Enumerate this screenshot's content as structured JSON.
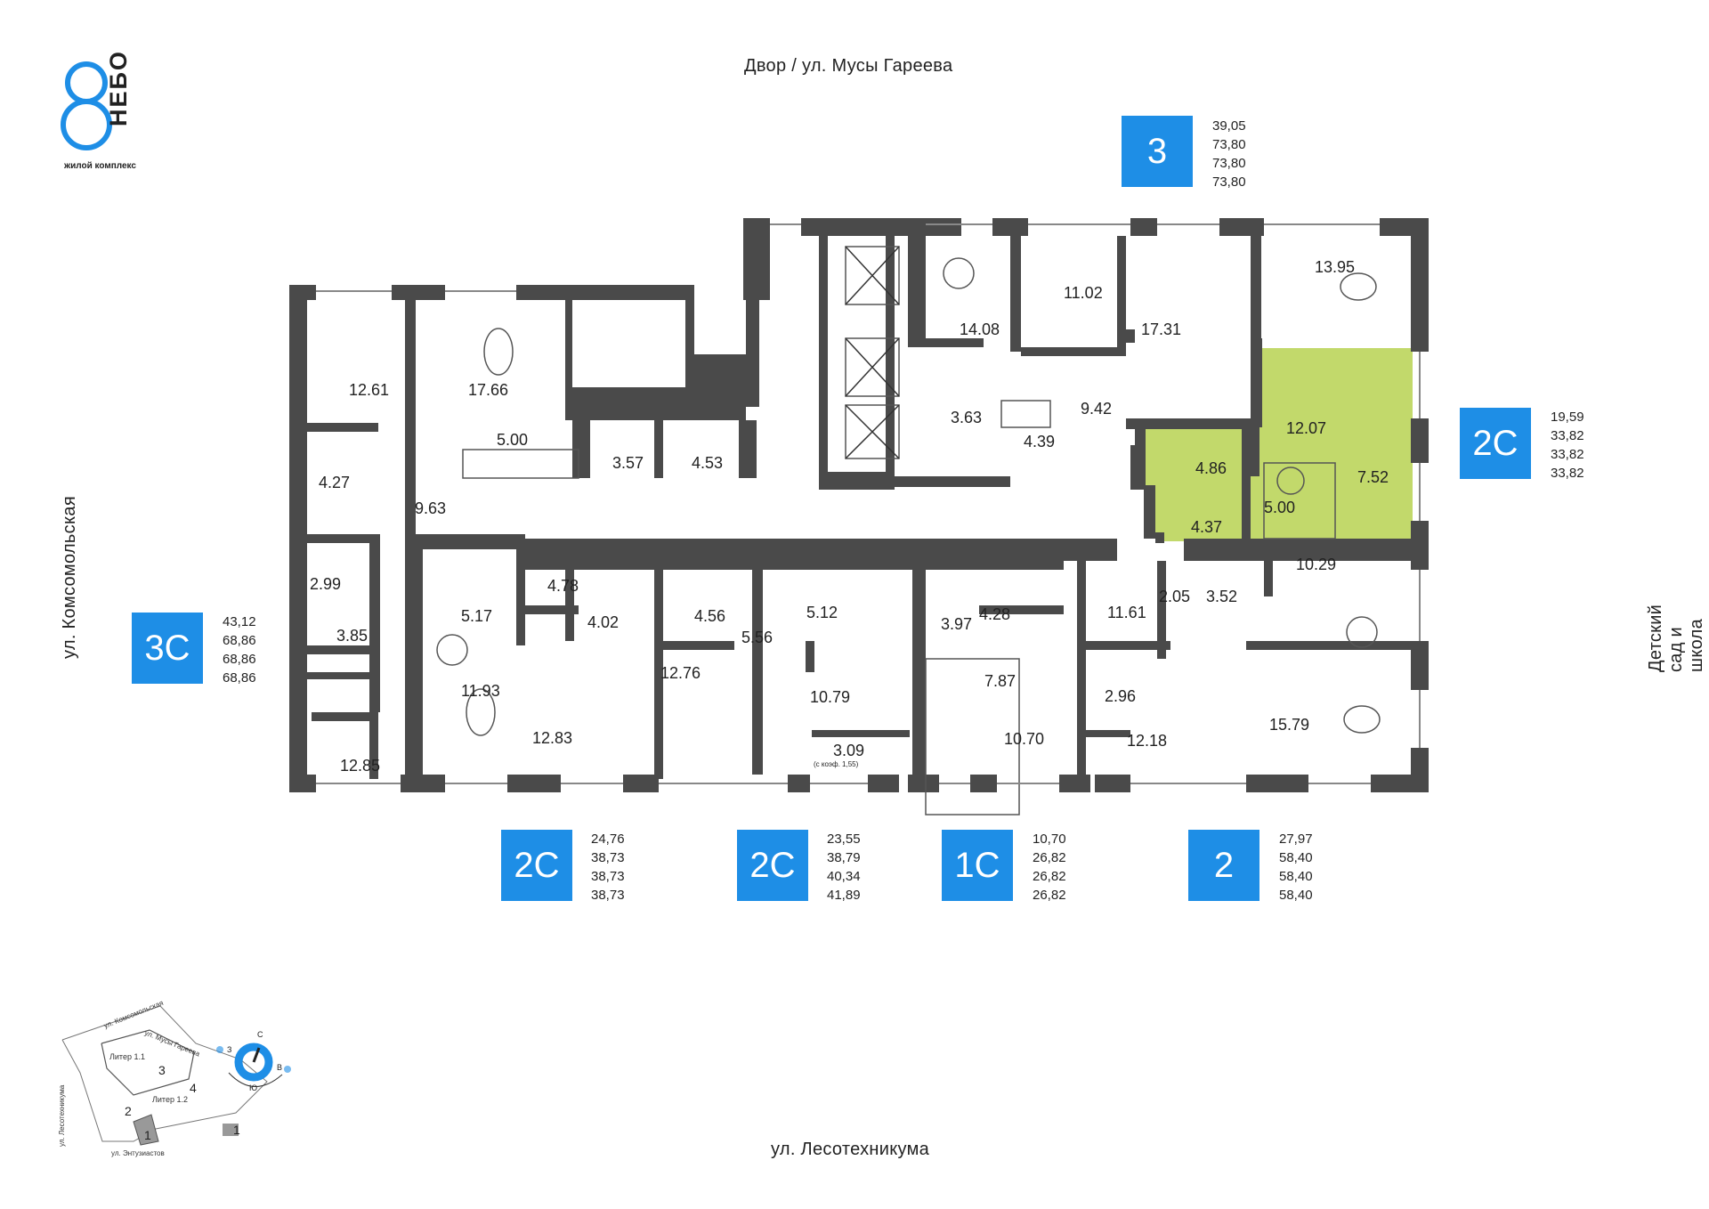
{
  "logo": {
    "brand": "НЕБО",
    "subtitle": "жилой комплекс"
  },
  "streets": {
    "top": "Двор / ул. Мусы Гареева",
    "bottom": "ул. Лесотехникума",
    "left": "ул. Комсомольская",
    "right": "Детский сад и школа"
  },
  "apartments": [
    {
      "type": "3",
      "areas": [
        "39,05",
        "73,80",
        "73,80",
        "73,80"
      ]
    },
    {
      "type": "2С",
      "areas": [
        "19,59",
        "33,82",
        "33,82",
        "33,82"
      ]
    },
    {
      "type": "3С",
      "areas": [
        "43,12",
        "68,86",
        "68,86",
        "68,86"
      ]
    },
    {
      "type": "2С",
      "areas": [
        "24,76",
        "38,73",
        "38,73",
        "38,73"
      ]
    },
    {
      "type": "2С",
      "areas": [
        "23,55",
        "38,79",
        "40,34",
        "41,89"
      ]
    },
    {
      "type": "1С",
      "areas": [
        "10,70",
        "26,82",
        "26,82",
        "26,82"
      ]
    },
    {
      "type": "2",
      "areas": [
        "27,97",
        "58,40",
        "58,40",
        "58,40"
      ]
    }
  ],
  "rooms": [
    "17.66",
    "12.61",
    "5.00",
    "3.57",
    "4.53",
    "4.27",
    "9.63",
    "14.08",
    "11.02",
    "17.31",
    "13.95",
    "3.63",
    "4.39",
    "9.42",
    "12.07",
    "4.86",
    "7.52",
    "5.00",
    "4.37",
    "2.99",
    "3.85",
    "12.85",
    "5.17",
    "11.93",
    "4.78",
    "4.02",
    "12.83",
    "4.56",
    "5.56",
    "12.76",
    "5.12",
    "10.79",
    "3.09",
    "(с коэф. 1,55)",
    "3.97",
    "4.28",
    "7.87",
    "10.70",
    "11.61",
    "2.96",
    "12.18",
    "2.05",
    "3.52",
    "10.29",
    "15.79"
  ],
  "minimap": {
    "street_komsomolskaya": "ул. Комсомольская",
    "street_gareeva": "ул. Мусы Гареева",
    "street_lesotekhnikuma": "ул. Лесотехникума",
    "street_entuziastov": "ул. Энтузиастов",
    "liter_1_1": "Литер 1.1",
    "liter_1_2": "Литер 1.2",
    "num_1": "1",
    "num_2": "2",
    "num_3": "3",
    "num_4": "4",
    "legend_num": "1"
  },
  "compass": {
    "n": "С",
    "s": "Ю",
    "w": "З",
    "e": "В"
  },
  "colors": {
    "accent": "#1e8ee6",
    "highlight": "#c2d96b",
    "wall": "#4a4a4a"
  }
}
